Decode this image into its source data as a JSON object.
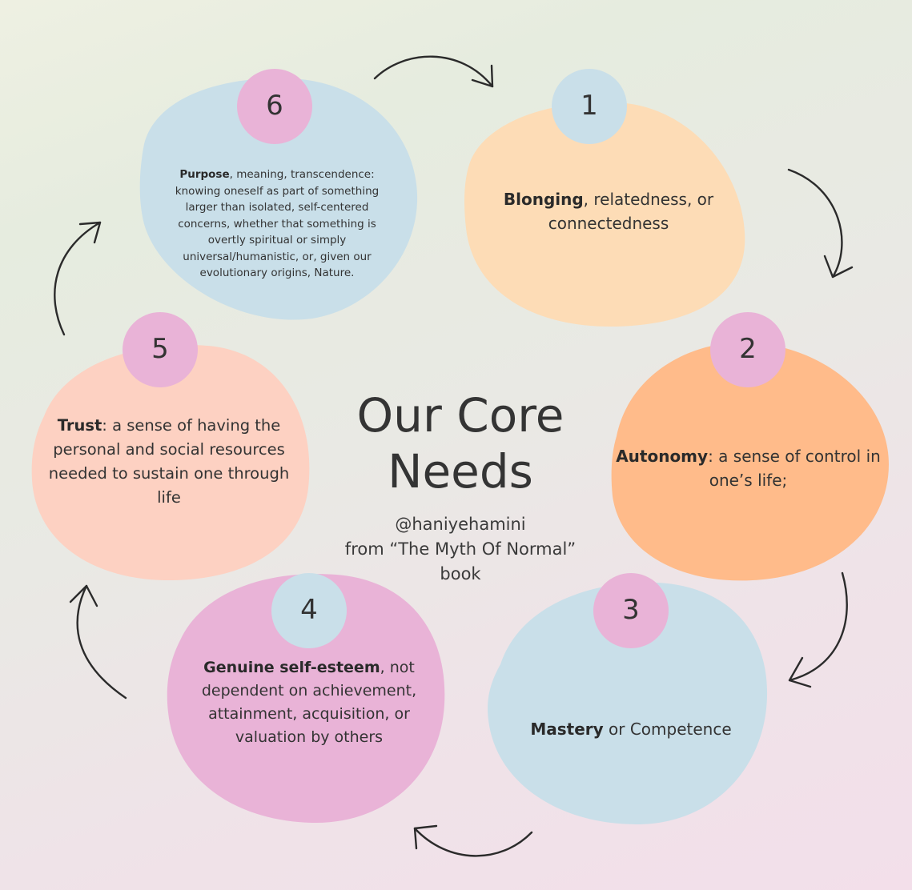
{
  "title": "Our Core Needs",
  "credit": {
    "handle": "@haniyehamini",
    "source": "from “The Myth Of Normal”",
    "suffix": "book"
  },
  "colors": {
    "blue": "#c9dfe9",
    "peach": "#fddcb6",
    "orange": "#ffbb8a",
    "salmon": "#fdd1c2",
    "pink": "#e9b3d7",
    "ink": "#333333"
  },
  "needs": [
    {
      "number": "1",
      "bold": "Blonging",
      "rest": ", relatedness, or connectedness"
    },
    {
      "number": "2",
      "bold": "Autonomy",
      "rest": ": a sense of control in one’s life;"
    },
    {
      "number": "3",
      "bold": "Mastery",
      "rest": " or Competence"
    },
    {
      "number": "4",
      "bold": "Genuine self-esteem",
      "rest": ", not dependent on achievement, attainment, acquisition, or valuation by others"
    },
    {
      "number": "5",
      "bold": "Trust",
      "rest": ": a sense of having the personal and social resources needed to sustain one through life"
    },
    {
      "number": "6",
      "bold": "Purpose",
      "rest": ", meaning, transcendence: knowing oneself as part of something larger than isolated, self-centered concerns, whether that something is overtly spiritual or simply universal/humanistic, or, given our evolutionary origins, Nature."
    }
  ]
}
